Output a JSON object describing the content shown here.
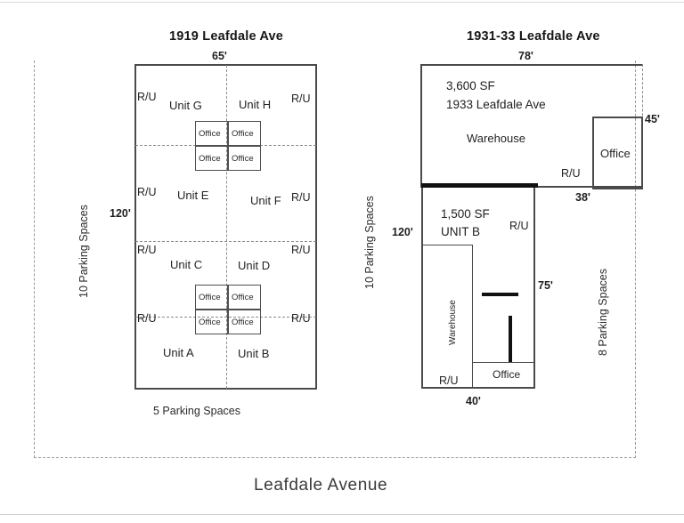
{
  "document": {
    "street_label": "Leafdale Avenue"
  },
  "buildings": [
    {
      "id": "west",
      "title": "1919 Leafdale Ave",
      "width_dim": "65'",
      "depth_dim": "120'",
      "units": [
        {
          "label": "Unit G"
        },
        {
          "label": "Unit H"
        },
        {
          "label": "Unit E"
        },
        {
          "label": "Unit F"
        },
        {
          "label": "Unit C"
        },
        {
          "label": "Unit D"
        },
        {
          "label": "Unit A"
        },
        {
          "label": "Unit B"
        }
      ],
      "ru_labels": [
        {
          "label": "R/U"
        },
        {
          "label": "R/U"
        },
        {
          "label": "R/U"
        },
        {
          "label": "R/U"
        },
        {
          "label": "R/U"
        },
        {
          "label": "R/U"
        },
        {
          "label": "R/U"
        },
        {
          "label": "R/U"
        }
      ],
      "office_labels": [
        {
          "label": "Office"
        },
        {
          "label": "Office"
        },
        {
          "label": "Office"
        },
        {
          "label": "Office"
        },
        {
          "label": "Office"
        },
        {
          "label": "Office"
        },
        {
          "label": "Office"
        },
        {
          "label": "Office"
        }
      ]
    },
    {
      "id": "east",
      "title": "1931-33 Leafdale Ave",
      "width_dim": "78'",
      "depth_dim": "120'",
      "wing_width_dim": "38'",
      "wing_depth_dim": "45'",
      "lower_width_dim": "40'",
      "lower_depth_dim": "75'",
      "upper_area": "3,600 SF",
      "upper_address": "1933 Leafdale Ave",
      "upper_use": "Warehouse",
      "upper_office": "Office",
      "upper_ru": "R/U",
      "lower_area": "1,500 SF",
      "lower_unit": "UNIT B",
      "lower_ru_right": "R/U",
      "lower_ru_bottom": "R/U",
      "lower_use": "Warehouse",
      "lower_office": "Office"
    }
  ],
  "parking": {
    "far_left": "10 Parking Spaces",
    "middle": "10 Parking Spaces",
    "far_right": "8 Parking Spaces",
    "bottom": "5 Parking Spaces"
  },
  "colors": {
    "ink": "#262626",
    "line": "#4a4a4a",
    "dash": "#9a9a9a",
    "heavy": "#111111",
    "paper": "#ffffff"
  }
}
